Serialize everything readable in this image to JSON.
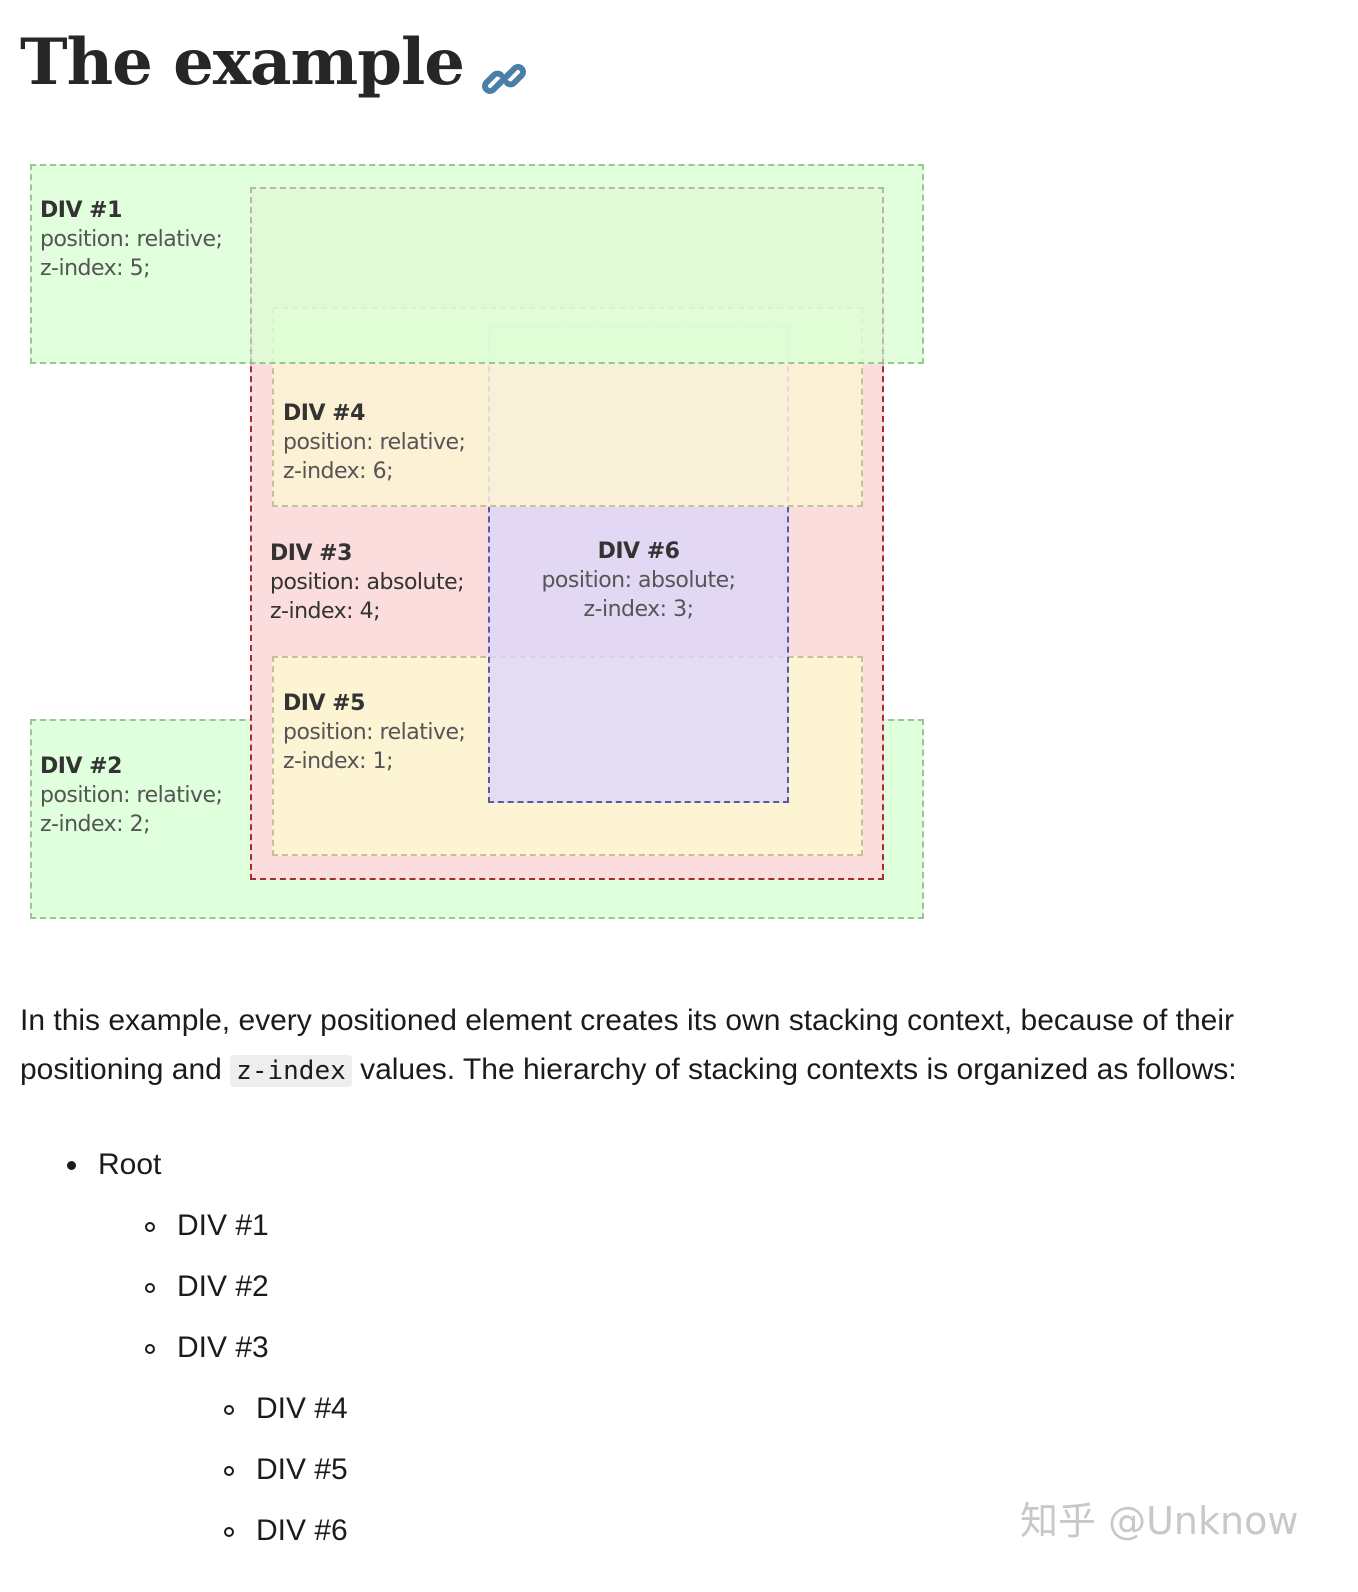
{
  "heading": {
    "title": "The example",
    "anchor_icon": "link-icon",
    "anchor_color": "#4a7fa8"
  },
  "diagram": {
    "div1": {
      "title": "DIV #1",
      "position": "position: relative;",
      "zindex": "z-index: 5;",
      "fill": "#dfffdd",
      "border": "#9bc497"
    },
    "div2": {
      "title": "DIV #2",
      "position": "position: relative;",
      "zindex": "z-index: 2;",
      "fill": "#dfffdd",
      "border": "#9bc497"
    },
    "div3": {
      "title": "DIV #3",
      "position": "position: absolute;",
      "zindex": "z-index: 4;",
      "fill": "#fbdddd",
      "border": "#a03030"
    },
    "div4": {
      "title": "DIV #4",
      "position": "position: relative;",
      "zindex": "z-index: 6;",
      "fill": "#fdf4d4",
      "border": "#c8bf9e"
    },
    "div5": {
      "title": "DIV #5",
      "position": "position: relative;",
      "zindex": "z-index: 1;",
      "fill": "#fdf4d4",
      "border": "#c8bf9e"
    },
    "div6": {
      "title": "DIV #6",
      "position": "position: absolute;",
      "zindex": "z-index: 3;",
      "fill": "#e3defa",
      "border": "#5a5aa0"
    }
  },
  "paragraph": {
    "part1": "In this example, every positioned element creates its own stacking context, because of their positioning and ",
    "code": "z-index",
    "part2": " values. The hierarchy of stacking contexts is organized as follows:"
  },
  "hierarchy": {
    "root": "Root",
    "div1": "DIV #1",
    "div2": "DIV #2",
    "div3": "DIV #3",
    "div4": "DIV #4",
    "div5": "DIV #5",
    "div6": "DIV #6"
  },
  "watermark": "知乎 @Unknow"
}
